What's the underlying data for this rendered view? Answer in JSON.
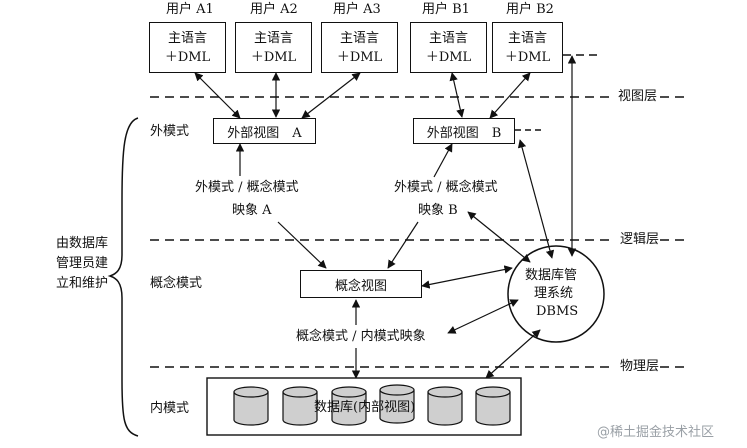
{
  "users": [
    {
      "name": "用户 A1",
      "line1": "主语言",
      "line2": "＋DML"
    },
    {
      "name": "用户 A2",
      "line1": "主语言",
      "line2": "＋DML"
    },
    {
      "name": "用户 A3",
      "line1": "主语言",
      "line2": "＋DML"
    },
    {
      "name": "用户 B1",
      "line1": "主语言",
      "line2": "＋DML"
    },
    {
      "name": "用户 B2",
      "line1": "主语言",
      "line2": "＋DML"
    }
  ],
  "layers": {
    "view": "视图层",
    "logic": "逻辑层",
    "physical": "物理层"
  },
  "schemas": {
    "external": "外模式",
    "conceptual": "概念模式",
    "internal": "内模式"
  },
  "left_brace_label": [
    "由数据库",
    "管理员建",
    "立和维护"
  ],
  "external_views": {
    "a": "外部视图　A",
    "b": "外部视图　B"
  },
  "mappings": {
    "a_line1": "外模式 / 概念模式",
    "a_line2": "映象 A",
    "b_line1": "外模式 / 概念模式",
    "b_line2": "映象 B",
    "conceptual_internal": "概念模式 / 内模式映象"
  },
  "conceptual_view": "概念视图",
  "dbms": {
    "line1": "数据库管",
    "line2": "理系统",
    "line3": "DBMS"
  },
  "database_label": "数据库(内部视图)",
  "watermark": "@稀土掘金技术社区"
}
